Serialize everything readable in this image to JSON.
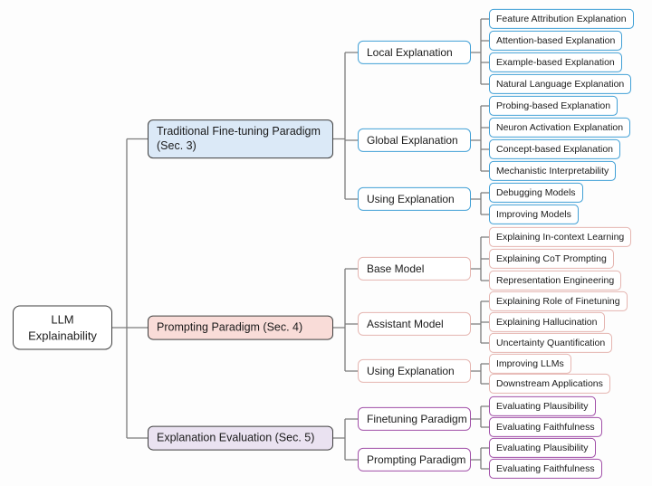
{
  "title": "LLM Explainability taxonomy diagram",
  "colors": {
    "blue_accent": "#41a0d6",
    "blue_fill": "#dbe9f7",
    "pink_accent": "#e5b5b0",
    "pink_fill": "#f9dcd8",
    "purple_accent": "#a14fa8",
    "purple_fill": "#eae2f1",
    "line": "#7c7c7c",
    "node_border": "#3f3f3f",
    "text": "#1b1b1b",
    "background": "#fdfdfd"
  },
  "tree": {
    "root": "LLM Explainability",
    "sections": [
      {
        "label": "Traditional Fine-tuning Paradigm (Sec. 3)",
        "nodes": [
          {
            "label": "Local Explanation",
            "leaves": [
              "Feature Attribution Explanation",
              "Attention-based Explanation",
              "Example-based Explanation",
              "Natural Language Explanation"
            ]
          },
          {
            "label": "Global Explanation",
            "leaves": [
              "Probing-based Explanation",
              "Neuron Activation Explanation",
              "Concept-based Explanation",
              "Mechanistic Interpretability"
            ]
          },
          {
            "label": "Using Explanation",
            "leaves": [
              "Debugging Models",
              "Improving Models"
            ]
          }
        ]
      },
      {
        "label": "Prompting Paradigm (Sec. 4)",
        "nodes": [
          {
            "label": "Base Model",
            "leaves": [
              "Explaining In-context Learning",
              "Explaining CoT Prompting",
              "Representation Engineering"
            ]
          },
          {
            "label": "Assistant Model",
            "leaves": [
              "Explaining Role of Finetuning",
              "Explaining Hallucination",
              "Uncertainty Quantification"
            ]
          },
          {
            "label": "Using Explanation",
            "leaves": [
              "Improving LLMs",
              "Downstream Applications"
            ]
          }
        ]
      },
      {
        "label": "Explanation Evaluation (Sec. 5)",
        "nodes": [
          {
            "label": "Finetuning Paradigm",
            "leaves": [
              "Evaluating Plausibility",
              "Evaluating Faithfulness"
            ]
          },
          {
            "label": "Prompting Paradigm",
            "leaves": [
              "Evaluating Plausibility",
              "Evaluating Faithfulness"
            ]
          }
        ]
      }
    ]
  }
}
